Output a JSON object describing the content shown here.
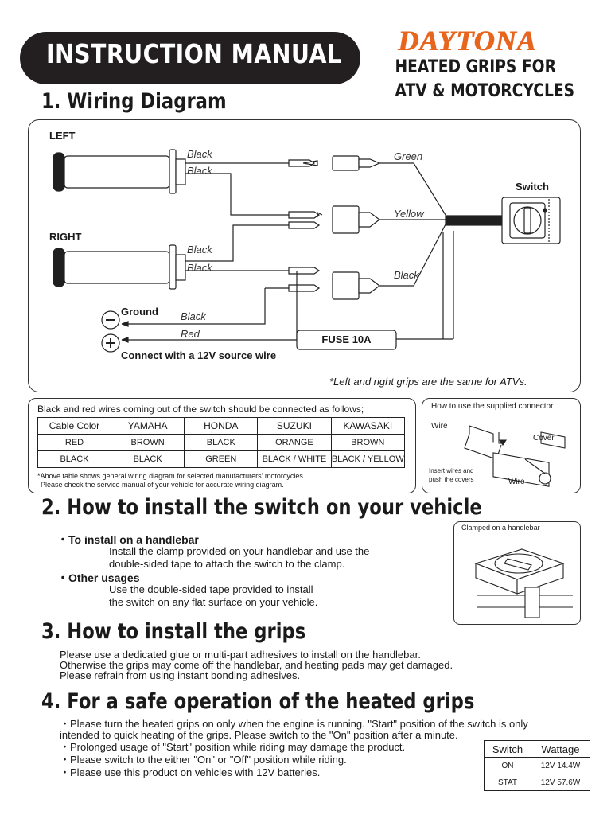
{
  "header": {
    "title": "INSTRUCTION MANUAL",
    "brand": "DAYTONA",
    "subtitle_line1": "HEATED GRIPS FOR",
    "subtitle_line2": "ATV & MOTORCYCLES"
  },
  "wiring": {
    "heading": "1. Wiring Diagram",
    "left_label": "LEFT",
    "right_label": "RIGHT",
    "switch_label": "Switch",
    "wire_labels": [
      "Black",
      "Black",
      "Green",
      "Yellow",
      "Black",
      "Black",
      "Black",
      "Black",
      "Red"
    ],
    "ground_label": "Ground",
    "fuse_label": "FUSE 10A",
    "source_label": "Connect with a 12V source wire",
    "note": "*Left and right grips are the same for ATVs."
  },
  "cable_table": {
    "intro": "Black and red wires coming out of the switch should be connected as follows;",
    "headers": [
      "Cable Color",
      "YAMAHA",
      "HONDA",
      "SUZUKI",
      "KAWASAKI"
    ],
    "rows": [
      [
        "RED",
        "BROWN",
        "BLACK",
        "ORANGE",
        "BROWN"
      ],
      [
        "BLACK",
        "BLACK",
        "GREEN",
        "BLACK / WHITE",
        "BLACK / YELLOW"
      ]
    ],
    "footnote_1": "*Above table shows general wiring diagram for selected manufacturers' motorcycles.",
    "footnote_2": "Please check the service manual of your vehicle for accurate wiring diagram."
  },
  "connector": {
    "title": "How to use the supplied connector",
    "wire_top": "Wire",
    "cover": "Cover",
    "wire_bottom": "Wire",
    "insert_line1": "Insert wires and",
    "insert_line2": "push the covers"
  },
  "switch_install": {
    "heading": "2. How to install the switch on your vehicle",
    "item1_title": "・To install on a handlebar",
    "item1_line1": "Install the clamp provided on your handlebar and use the",
    "item1_line2": "double-sided tape to attach the switch to the clamp.",
    "item2_title": "・Other usages",
    "item2_line1": "Use the double-sided tape provided to install",
    "item2_line2": "the switch on any flat surface on your vehicle.",
    "image_caption": "Clamped on a handlebar"
  },
  "grips_install": {
    "heading": "3. How to install the grips",
    "line1": "Please use a dedicated glue or multi-part adhesives to install on the handlebar.",
    "line2": "Otherwise the grips may come off the handlebar, and heating pads may get damaged.",
    "line3": "Please refrain from using instant bonding adhesives."
  },
  "safe_operation": {
    "heading": "4. For a safe operation of the heated grips",
    "line1": "・Please turn the heated grips on only when the engine is running. \"Start\" position of the switch is only",
    "line2": "intended to quick heating of the grips. Please switch to the \"On\" position after a minute.",
    "line3": "・Prolonged usage of \"Start\" position while riding may damage the product.",
    "line4": "・Please switch to the either \"On\" or \"Off\" position while riding.",
    "line5": "・Please use this product on vehicles with 12V batteries."
  },
  "wattage_table": {
    "headers": [
      "Switch",
      "Wattage"
    ],
    "rows": [
      [
        "ON",
        "12V 14.4W"
      ],
      [
        "STAT",
        "12V 57.6W"
      ]
    ]
  },
  "colors": {
    "brand": "#e8651e",
    "dark": "#231f20"
  },
  "icons": [
    "minus-circle-icon",
    "plus-circle-icon",
    "grip-illustration",
    "switch-knob-icon",
    "connector-illustration",
    "clamp-illustration"
  ]
}
